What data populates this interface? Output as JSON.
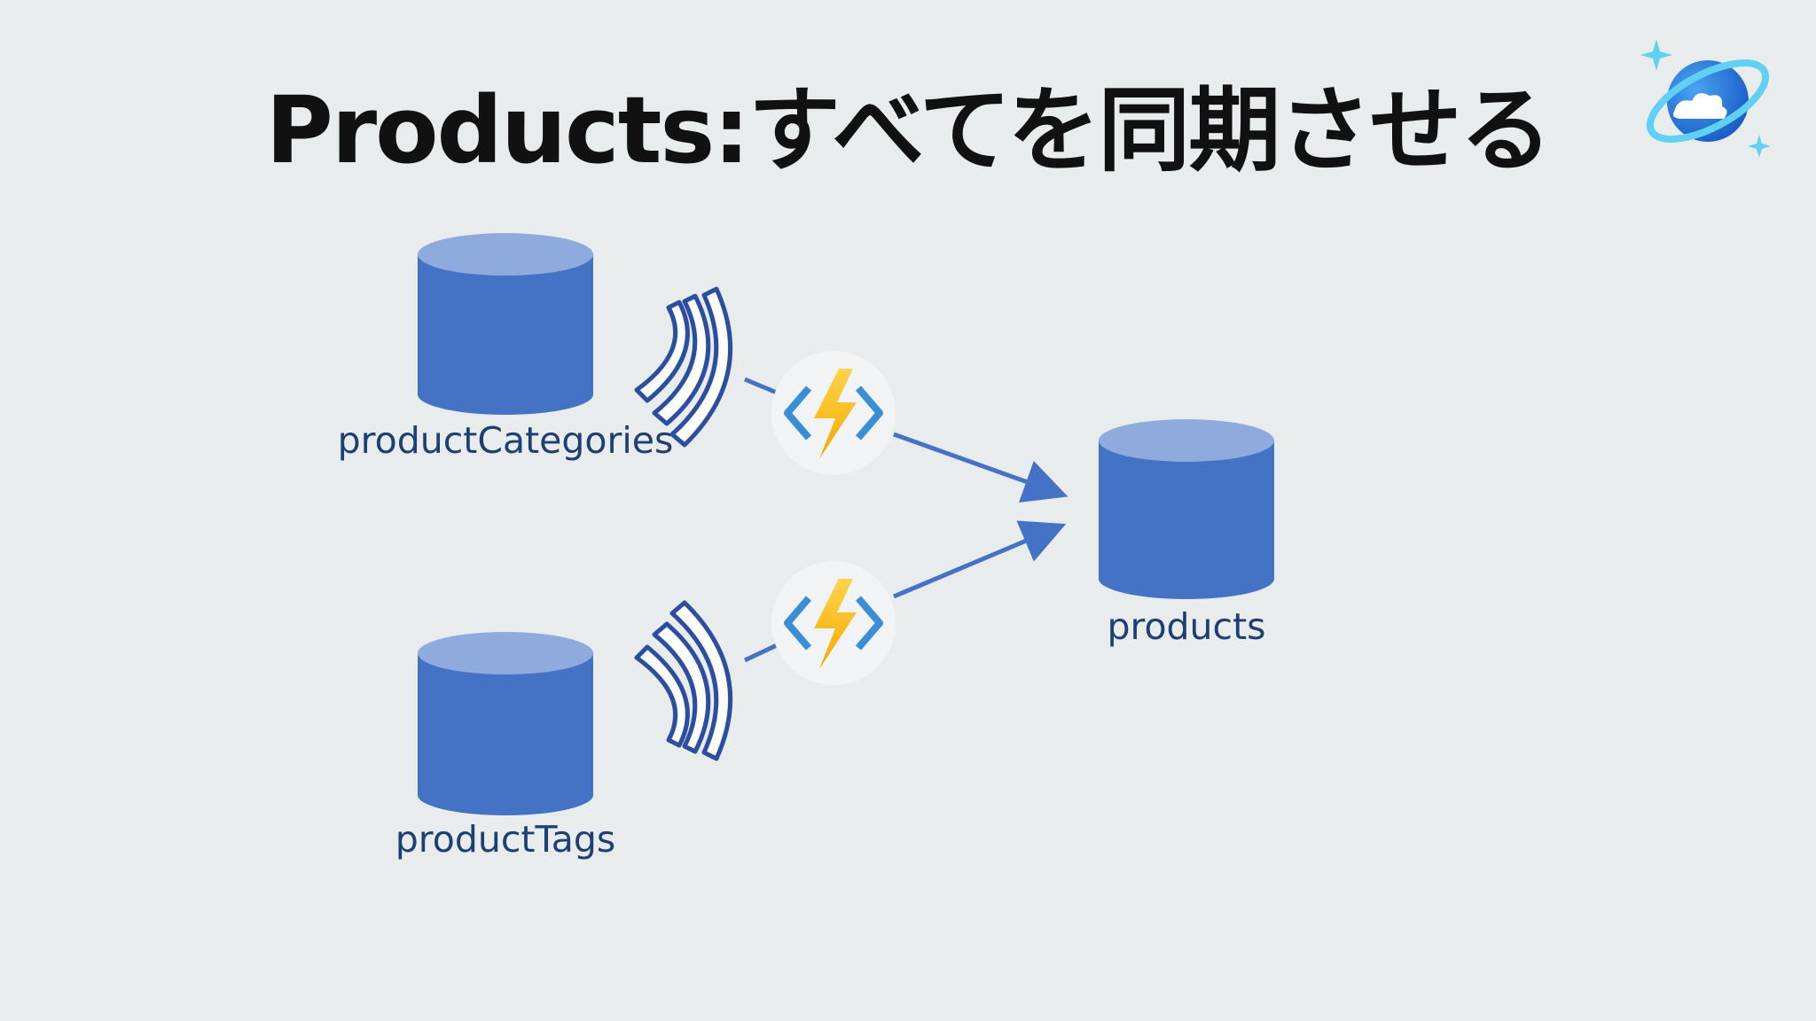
{
  "slide": {
    "title": "Products:すべてを同期させる"
  },
  "containers": {
    "categories": {
      "label": "productCategories"
    },
    "tags": {
      "label": "productTags"
    },
    "products": {
      "label": "products"
    }
  },
  "icons": {
    "change_feed": "change-feed-icon",
    "function": "azure-functions-icon",
    "logo": "azure-cosmos-db-logo"
  },
  "colors": {
    "background": "#e9eced",
    "cylinder_body": "#4472c4",
    "cylinder_top": "#8faadc",
    "arrow": "#4472c4",
    "label_text": "#1d3f73",
    "wave_stroke": "#2b4ea0",
    "bolt": "#fcc11c",
    "brackets": "#3a8ed8"
  }
}
